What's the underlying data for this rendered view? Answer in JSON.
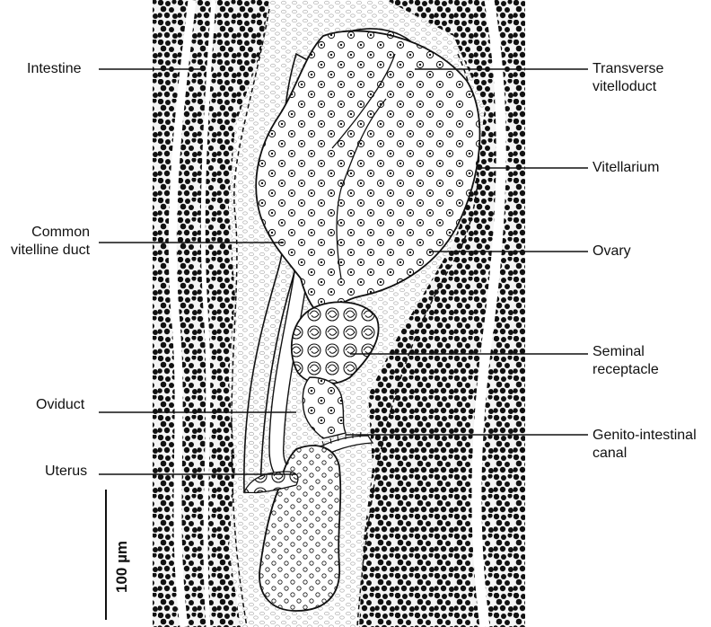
{
  "labels": {
    "intestine": "Intestine",
    "common_vitelline_duct": [
      "Common",
      "vitelline duct"
    ],
    "oviduct": "Oviduct",
    "uterus": "Uterus",
    "transverse_vitelloduct": [
      "Transverse",
      "vitelloduct"
    ],
    "vitellarium": "Vitellarium",
    "ovary": "Ovary",
    "seminal_receptacle": [
      "Seminal",
      "receptacle"
    ],
    "genito_intestinal_canal": [
      "Genito-intestinal",
      "canal"
    ]
  },
  "scale_bar": {
    "label": "100 µm"
  },
  "colors": {
    "ink": "#111111",
    "tissue": "#f3f3f3",
    "background": "#ffffff"
  }
}
